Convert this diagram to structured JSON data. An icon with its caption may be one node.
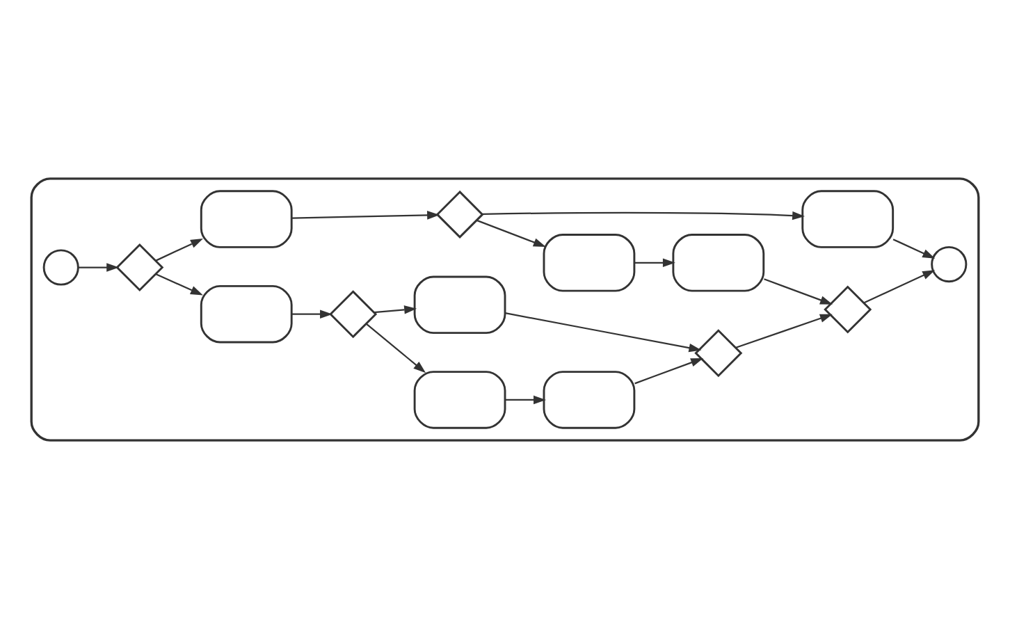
{
  "diagram": {
    "nodes": [
      {
        "text": [],
        "shape": "box"
      },
      {
        "text": [],
        "shape": "circle",
        "in": 0
      },
      {
        "text": [],
        "shape": "diamond",
        "in": 0
      },
      {
        "text": [],
        "shape": "box",
        "in": 0
      },
      {
        "text": [],
        "shape": "diamond",
        "in": 0
      },
      {
        "text": [],
        "shape": "box",
        "in": 0
      },
      {
        "text": [],
        "shape": "box",
        "in": 0
      },
      {
        "text": [],
        "shape": "box",
        "in": 0
      },
      {
        "text": [],
        "shape": "diamond",
        "in": 0
      },
      {
        "text": [],
        "shape": "box",
        "in": 0
      },
      {
        "text": [],
        "shape": "diamond",
        "in": 0
      },
      {
        "text": [],
        "shape": "box",
        "in": 0
      },
      {
        "text": [],
        "shape": "box",
        "in": 0
      },
      {
        "text": [],
        "shape": "box",
        "in": 0
      },
      {
        "text": [],
        "shape": "diamond",
        "in": 0
      },
      {
        "text": [],
        "shape": "circle",
        "in": 0
      }
    ],
    "edges": [
      {
        "from": 1,
        "to": 2,
        "arrow": "to"
      },
      {
        "from": 2,
        "to": 3,
        "arrow": "to"
      },
      {
        "from": 2,
        "to": 9,
        "arrow": "to"
      },
      {
        "from": 3,
        "to": 4,
        "arrow": "to"
      },
      {
        "from": 4,
        "to": 5,
        "arrow": "to"
      },
      {
        "from": 5,
        "to": 6,
        "arrow": "to"
      },
      {
        "from": 4,
        "to": 7,
        "arrow": "to"
      },
      {
        "from": 6,
        "to": 8,
        "arrow": "to"
      },
      {
        "from": 7,
        "to": 8,
        "arrow": "to"
      },
      {
        "from": 8,
        "to": 14,
        "arrow": "to"
      },
      {
        "from": 9,
        "to": 10,
        "arrow": "to"
      },
      {
        "from": 10,
        "to": 11,
        "arrow": "to"
      },
      {
        "from": 11,
        "to": 12,
        "arrow": "to"
      },
      {
        "from": 10,
        "to": 13,
        "arrow": "to"
      },
      {
        "from": 12,
        "to": 14,
        "arrow": "to"
      },
      {
        "from": 14,
        "to": 15,
        "arrow": "to"
      },
      {
        "from": 13,
        "to": 15,
        "arrow": "to"
      }
    ]
  }
}
